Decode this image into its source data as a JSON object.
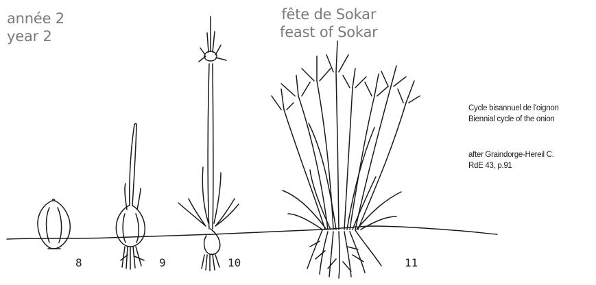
{
  "left_heading": {
    "line1": "année 2",
    "line2": "year 2"
  },
  "right_heading": {
    "line1": "fête de Sokar",
    "line2": "feast of Sokar"
  },
  "caption": {
    "title_fr": "Cycle bisannuel de l'oignon",
    "title_en": "Biennial cycle of the onion",
    "source_line1": "after Graindorge-Hereil C.",
    "source_line2": "RdE 43, p.91"
  },
  "stages": [
    {
      "number": "8"
    },
    {
      "number": "9"
    },
    {
      "number": "10"
    },
    {
      "number": "11"
    }
  ],
  "colors": {
    "heading": "#7a7a7a",
    "ink": "#1a1a1a"
  }
}
